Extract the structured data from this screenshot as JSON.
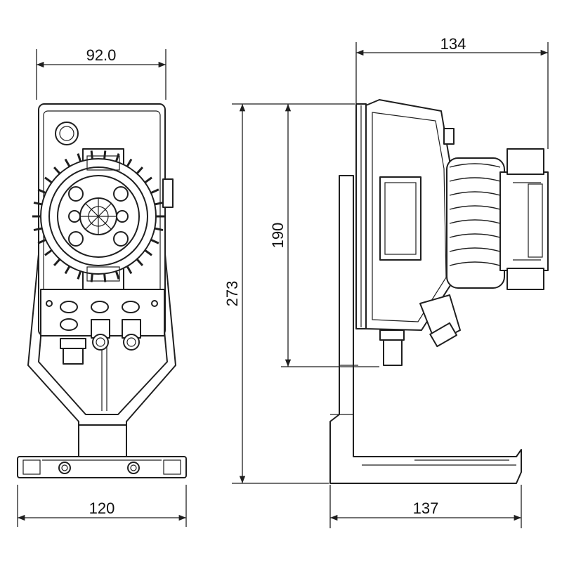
{
  "dimensions": {
    "front_width": "92.0",
    "front_base_width": "120",
    "side_depth": "134",
    "side_base_depth": "137",
    "overall_height": "273",
    "body_height": "190"
  },
  "colors": {
    "line": "#1f1f1f",
    "background": "#ffffff",
    "shade": "#d9d9d9"
  }
}
